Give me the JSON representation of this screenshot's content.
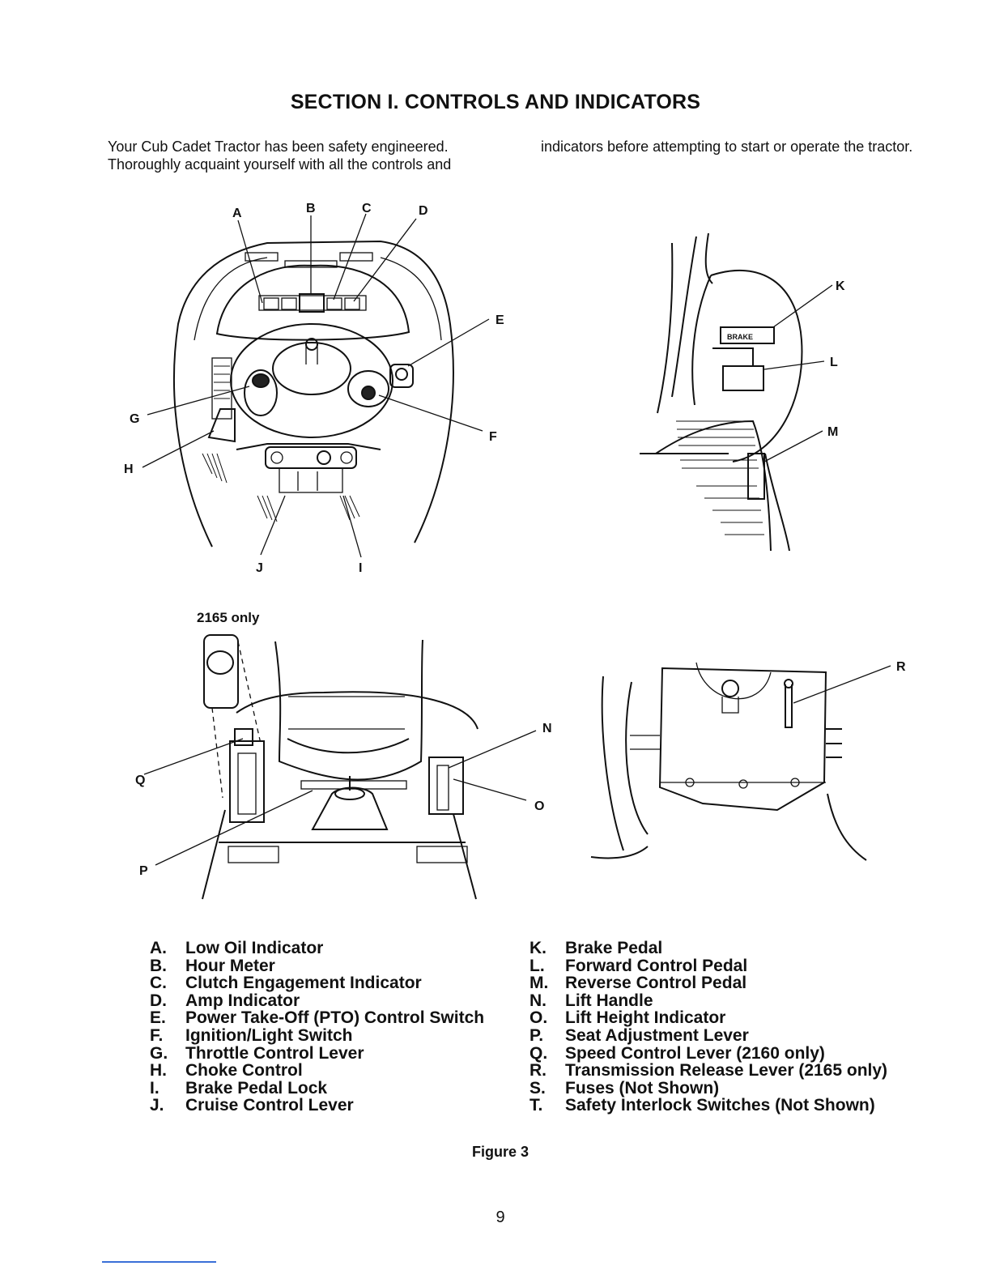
{
  "page": {
    "title": "SECTION I. CONTROLS AND INDICATORS",
    "intro_left": "Your Cub Cadet Tractor has been safety engineered. Thoroughly acquaint yourself with all the controls and",
    "intro_right": "indicators before attempting to start or operate the tractor.",
    "figure_caption": "Figure 3",
    "page_number": "9"
  },
  "diagram": {
    "note_2165": "2165 only",
    "callouts": [
      "A",
      "B",
      "C",
      "D",
      "E",
      "F",
      "G",
      "H",
      "I",
      "J",
      "K",
      "L",
      "M",
      "N",
      "O",
      "P",
      "Q",
      "R"
    ],
    "brake_decal": "BRAKE"
  },
  "legend": {
    "left": [
      {
        "key": "A.",
        "label": "Low Oil Indicator"
      },
      {
        "key": "B.",
        "label": "Hour Meter"
      },
      {
        "key": "C.",
        "label": "Clutch Engagement Indicator"
      },
      {
        "key": "D.",
        "label": "Amp Indicator"
      },
      {
        "key": "E.",
        "label": "Power Take-Off (PTO) Control Switch"
      },
      {
        "key": "F.",
        "label": "Ignition/Light Switch"
      },
      {
        "key": "G.",
        "label": "Throttle Control Lever"
      },
      {
        "key": "H.",
        "label": "Choke Control"
      },
      {
        "key": "I.",
        "label": "Brake Pedal Lock"
      },
      {
        "key": "J.",
        "label": "Cruise Control Lever"
      }
    ],
    "right": [
      {
        "key": "K.",
        "label": "Brake Pedal"
      },
      {
        "key": "L.",
        "label": "Forward Control Pedal"
      },
      {
        "key": "M.",
        "label": "Reverse Control Pedal"
      },
      {
        "key": "N.",
        "label": "Lift Handle"
      },
      {
        "key": "O.",
        "label": "Lift Height Indicator"
      },
      {
        "key": "P.",
        "label": "Seat Adjustment Lever"
      },
      {
        "key": "Q.",
        "label": "Speed Control Lever (2160 only)"
      },
      {
        "key": "R.",
        "label": "Transmission Release Lever (2165 only)"
      },
      {
        "key": "S.",
        "label": "Fuses (Not Shown)"
      },
      {
        "key": "T.",
        "label": "Safety Interlock Switches (Not Shown)"
      }
    ]
  }
}
